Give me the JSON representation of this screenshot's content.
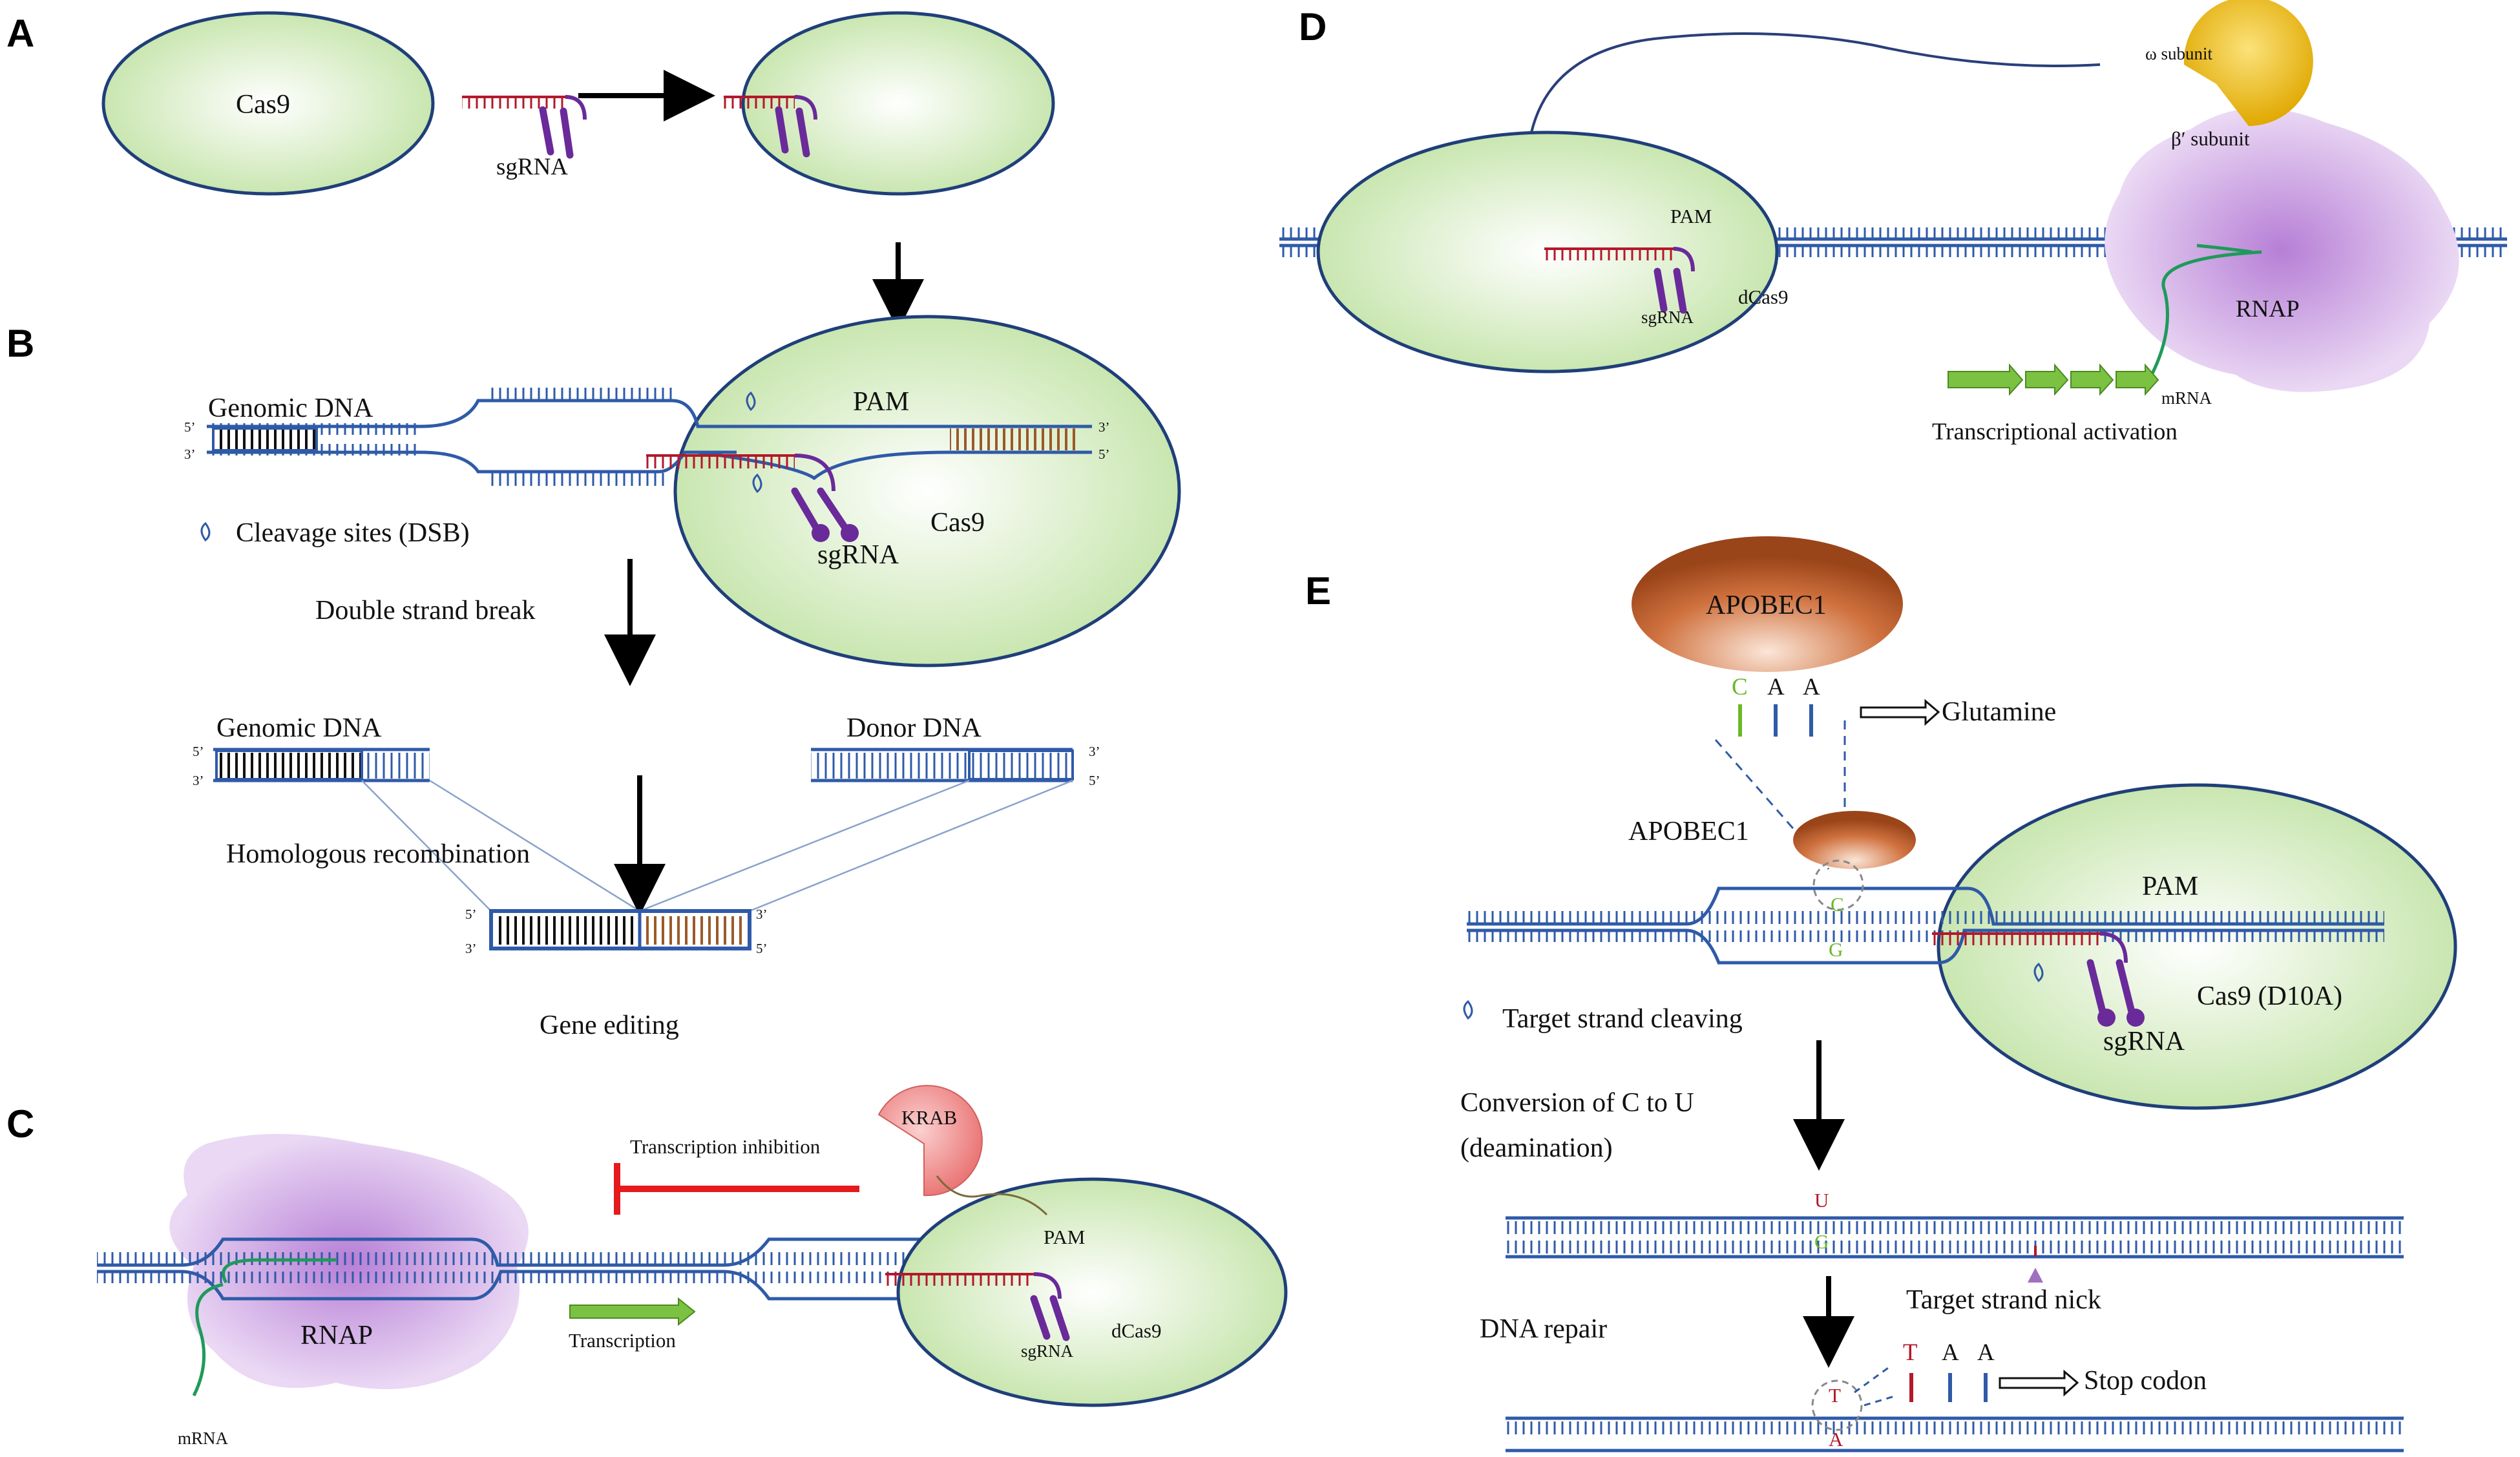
{
  "panels": {
    "a": "A",
    "b": "B",
    "c": "C",
    "d": "D",
    "e": "E"
  },
  "labels": {
    "cas9": "Cas9",
    "sgrna": "sgRNA",
    "genomic_dna": "Genomic DNA",
    "pam": "PAM",
    "end5": "5’",
    "end3": "3’",
    "cleavage_sites": "Cleavage sites (DSB)",
    "double_strand_break": "Double strand break",
    "donor_dna": "Donor DNA",
    "homologous_recombination": "Homologous recombination",
    "gene_editing": "Gene editing",
    "krab": "KRAB",
    "transcription_inhibition": "Transcription inhibition",
    "rnap": "RNAP",
    "mrna": "mRNA",
    "transcription": "Transcription",
    "dcas9": "dCas9",
    "omega_subunit": "ω subunit",
    "beta_subunit": "β′ subunit",
    "transcriptional_activation": "Transcriptional activation",
    "apobec1": "APOBEC1",
    "base_c": "C",
    "base_a": "A",
    "base_g": "G",
    "base_u": "U",
    "base_t": "T",
    "glutamine": "Glutamine",
    "cas9_d10a": "Cas9 (D10A)",
    "target_strand_cleaving": "Target strand cleaving",
    "conversion_line1": "Conversion of C to U",
    "conversion_line2": "(deamination)",
    "target_strand_nick": "Target strand nick",
    "dna_repair": "DNA repair",
    "stop_codon": "Stop codon"
  },
  "colors": {
    "cas_fill": "#dcefc9",
    "cas_stroke": "#1f3f7a",
    "dna": "#2f5aa8",
    "sgrna": "#6a2a9a",
    "guide": "#b3182b",
    "rnap": "#c79ae0",
    "krab": "#f08080",
    "omega": "#f5c518",
    "apobec": "#c05a28",
    "arrow_green": "#7cc242",
    "mrna": "#1f9a5a"
  }
}
